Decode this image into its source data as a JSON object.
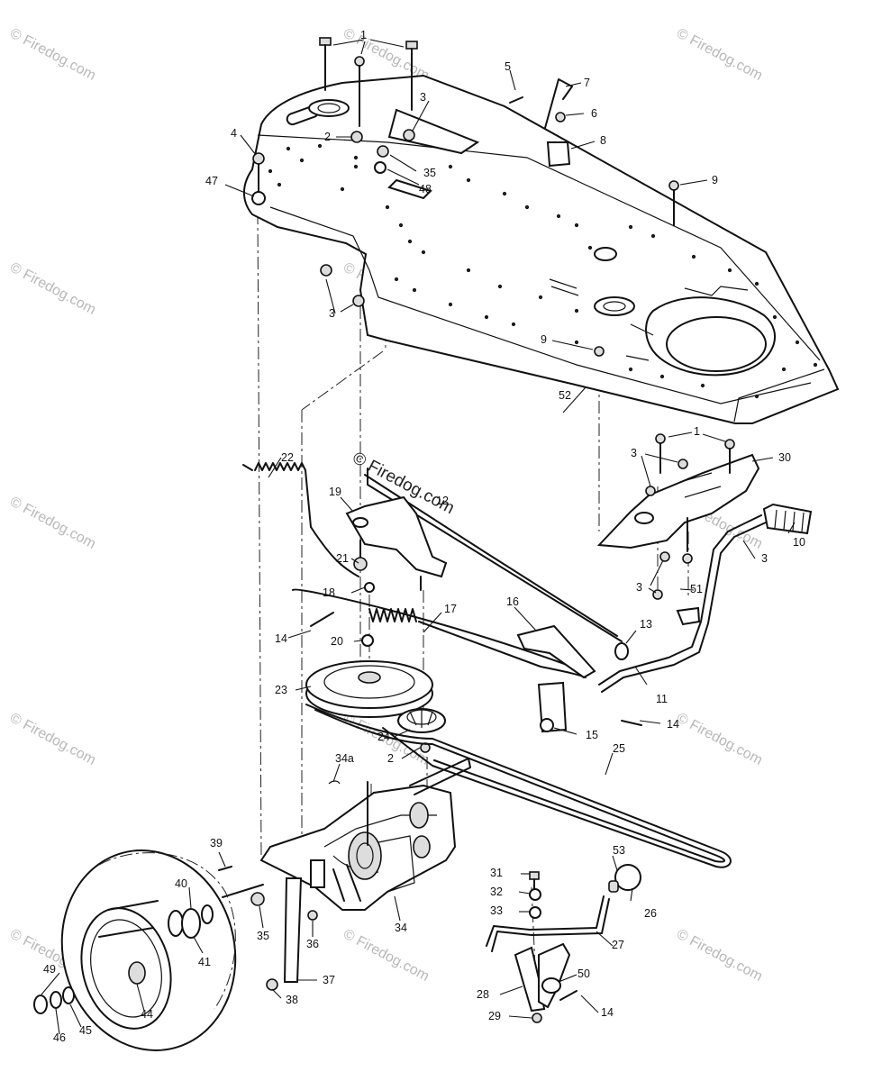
{
  "diagram": {
    "watermark": "© Firedog.com",
    "callouts": [
      {
        "id": "c1a",
        "text": "1"
      },
      {
        "id": "c1b",
        "text": "1"
      },
      {
        "id": "c2a",
        "text": "2"
      },
      {
        "id": "c2b",
        "text": "2"
      },
      {
        "id": "c3a",
        "text": "3"
      },
      {
        "id": "c3b",
        "text": "3"
      },
      {
        "id": "c3c",
        "text": "3"
      },
      {
        "id": "c3d",
        "text": "3"
      },
      {
        "id": "c3e",
        "text": "3"
      },
      {
        "id": "c4",
        "text": "4"
      },
      {
        "id": "c5",
        "text": "5"
      },
      {
        "id": "c6",
        "text": "6"
      },
      {
        "id": "c7",
        "text": "7"
      },
      {
        "id": "c8",
        "text": "8"
      },
      {
        "id": "c9a",
        "text": "9"
      },
      {
        "id": "c9b",
        "text": "9"
      },
      {
        "id": "c10",
        "text": "10"
      },
      {
        "id": "c11",
        "text": "11"
      },
      {
        "id": "c12",
        "text": "12"
      },
      {
        "id": "c13",
        "text": "13"
      },
      {
        "id": "c14a",
        "text": "14"
      },
      {
        "id": "c14b",
        "text": "14"
      },
      {
        "id": "c14c",
        "text": "14"
      },
      {
        "id": "c15",
        "text": "15"
      },
      {
        "id": "c16",
        "text": "16"
      },
      {
        "id": "c17",
        "text": "17"
      },
      {
        "id": "c18",
        "text": "18"
      },
      {
        "id": "c19",
        "text": "19"
      },
      {
        "id": "c20",
        "text": "20"
      },
      {
        "id": "c21",
        "text": "21"
      },
      {
        "id": "c22",
        "text": "22"
      },
      {
        "id": "c23",
        "text": "23"
      },
      {
        "id": "c24",
        "text": "24"
      },
      {
        "id": "c25",
        "text": "25"
      },
      {
        "id": "c26",
        "text": "26"
      },
      {
        "id": "c27",
        "text": "27"
      },
      {
        "id": "c28",
        "text": "28"
      },
      {
        "id": "c29",
        "text": "29"
      },
      {
        "id": "c30",
        "text": "30"
      },
      {
        "id": "c31",
        "text": "31"
      },
      {
        "id": "c32",
        "text": "32"
      },
      {
        "id": "c33",
        "text": "33"
      },
      {
        "id": "c34",
        "text": "34"
      },
      {
        "id": "c34a",
        "text": "34a"
      },
      {
        "id": "c35a",
        "text": "35"
      },
      {
        "id": "c35b",
        "text": "35"
      },
      {
        "id": "c36",
        "text": "36"
      },
      {
        "id": "c37",
        "text": "37"
      },
      {
        "id": "c38",
        "text": "38"
      },
      {
        "id": "c39",
        "text": "39"
      },
      {
        "id": "c40",
        "text": "40"
      },
      {
        "id": "c41",
        "text": "41"
      },
      {
        "id": "c44",
        "text": "44"
      },
      {
        "id": "c45",
        "text": "45"
      },
      {
        "id": "c46",
        "text": "46"
      },
      {
        "id": "c47",
        "text": "47"
      },
      {
        "id": "c48",
        "text": "48"
      },
      {
        "id": "c49",
        "text": "49"
      },
      {
        "id": "c50",
        "text": "50"
      },
      {
        "id": "c51",
        "text": "51"
      },
      {
        "id": "c52",
        "text": "52"
      },
      {
        "id": "c53",
        "text": "53"
      }
    ]
  }
}
